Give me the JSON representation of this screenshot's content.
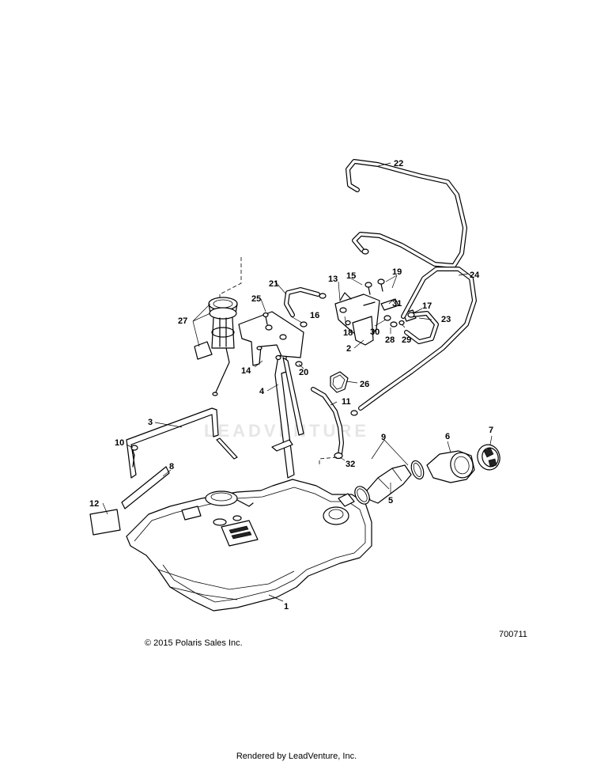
{
  "copyright": "© 2015 Polaris Sales Inc.",
  "diagram_id": "700711",
  "footer": "Rendered by LeadVenture, Inc.",
  "watermark": "LEADVENTURE",
  "callouts": [
    "1",
    "2",
    "3",
    "4",
    "5",
    "6",
    "7",
    "8",
    "9",
    "10",
    "11",
    "12",
    "13",
    "14",
    "15",
    "16",
    "17",
    "18",
    "19",
    "20",
    "21",
    "22",
    "23",
    "24",
    "25",
    "26",
    "27",
    "28",
    "29",
    "30",
    "31",
    "32"
  ]
}
